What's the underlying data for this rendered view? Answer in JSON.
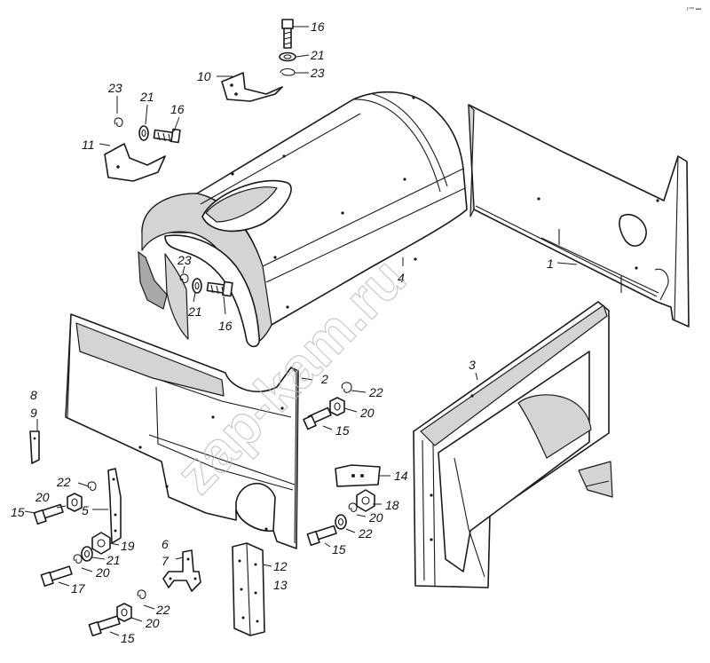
{
  "watermark": "zap-kam.ru",
  "corner_mark": "r™ ▪▪▪",
  "callouts": {
    "c1": "1",
    "c2": "2",
    "c3": "3",
    "c4": "4",
    "c5": "5",
    "c6": "6",
    "c7": "7",
    "c8": "8",
    "c9": "9",
    "c10": "10",
    "c11": "11",
    "c12": "12",
    "c13": "13",
    "c14": "14",
    "c15a": "15",
    "c15b": "15",
    "c15c": "15",
    "c15d": "15",
    "c16a": "16",
    "c16b": "16",
    "c16c": "16",
    "c17": "17",
    "c18": "18",
    "c19": "19",
    "c20a": "20",
    "c20b": "20",
    "c20c": "20",
    "c20d": "20",
    "c20e": "20",
    "c21a": "21",
    "c21b": "21",
    "c21c": "21",
    "c21d": "21",
    "c22a": "22",
    "c22b": "22",
    "c22c": "22",
    "c22d": "22",
    "c23a": "23",
    "c23b": "23",
    "c23c": "23"
  }
}
